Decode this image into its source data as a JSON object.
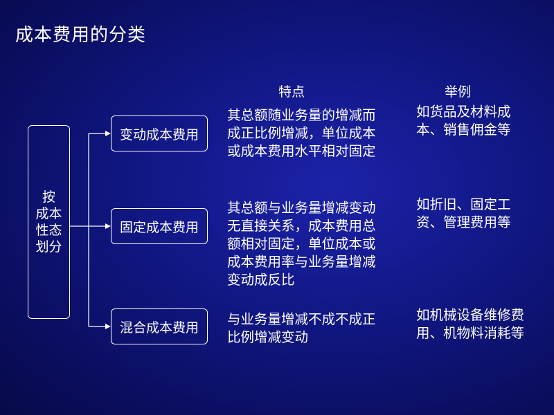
{
  "title": "成本费用的分类",
  "root": {
    "line1": "按",
    "line2": "成本",
    "line3": "性态",
    "line4": "划分"
  },
  "headers": {
    "features": "特点",
    "examples": "举例"
  },
  "categories": [
    {
      "label": "变动成本费用",
      "feature": "其总额随业务量的增减而成正比例增减，单位成本或成本费用水平相对固定",
      "example": "如货品及材料成本、销售佣金等"
    },
    {
      "label": "固定成本费用",
      "feature": "其总额与业务量增减变动无直接关系，成本费用总额相对固定，单位成本或成本费用率与业务量增减变动成反比",
      "example": "如折旧、固定工资、管理费用等"
    },
    {
      "label": "混合成本费用",
      "feature": "与业务量增减不成不成正比例增减变动",
      "example": "如机械设备维修费用、机物料消耗等"
    }
  ],
  "colors": {
    "background": "#101680",
    "text": "#ffffff",
    "lines": "#ffffff"
  }
}
